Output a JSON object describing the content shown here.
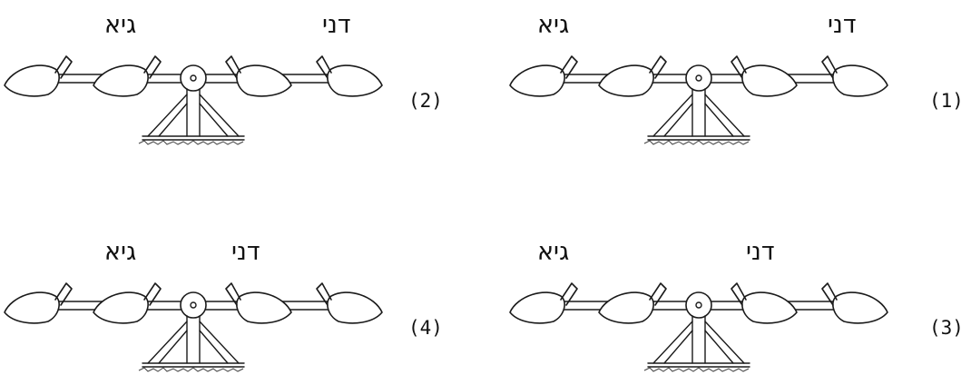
{
  "panels": [
    {
      "label": "(1)",
      "name_a": "גיא",
      "name_b": "דני"
    },
    {
      "label": "(2)",
      "name_a": "גיא",
      "name_b": "דני"
    },
    {
      "label": "(3)",
      "name_a": "גיא",
      "name_b": "דני"
    },
    {
      "label": "(4)",
      "name_a": "גיא",
      "name_b": "דני"
    }
  ]
}
